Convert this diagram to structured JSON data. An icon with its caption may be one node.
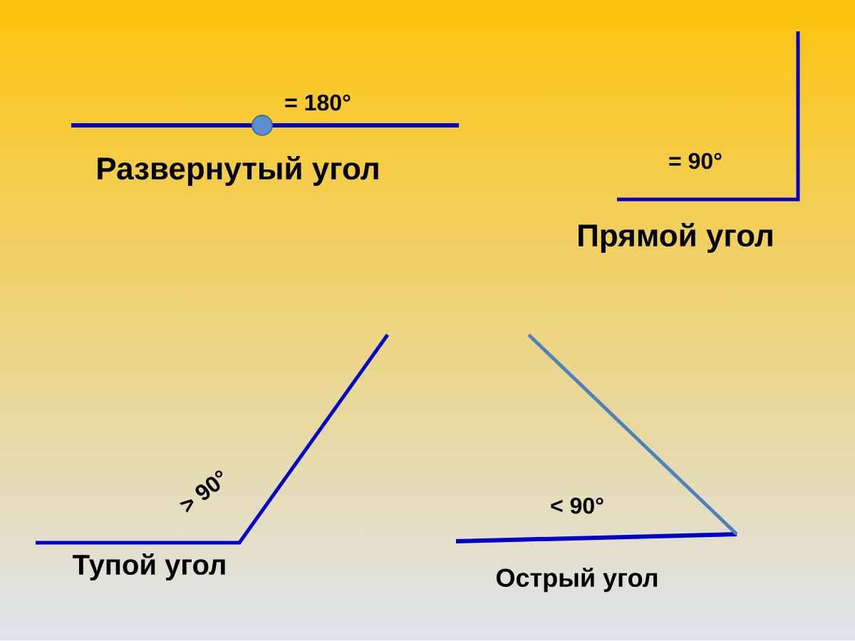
{
  "diagram": {
    "labels": [
      "= 180°",
      "Развернутый угол",
      "= 90°",
      "Прямой угол",
      "> 90°",
      "Тупой угол",
      "< 90°",
      "Острый угол"
    ]
  }
}
